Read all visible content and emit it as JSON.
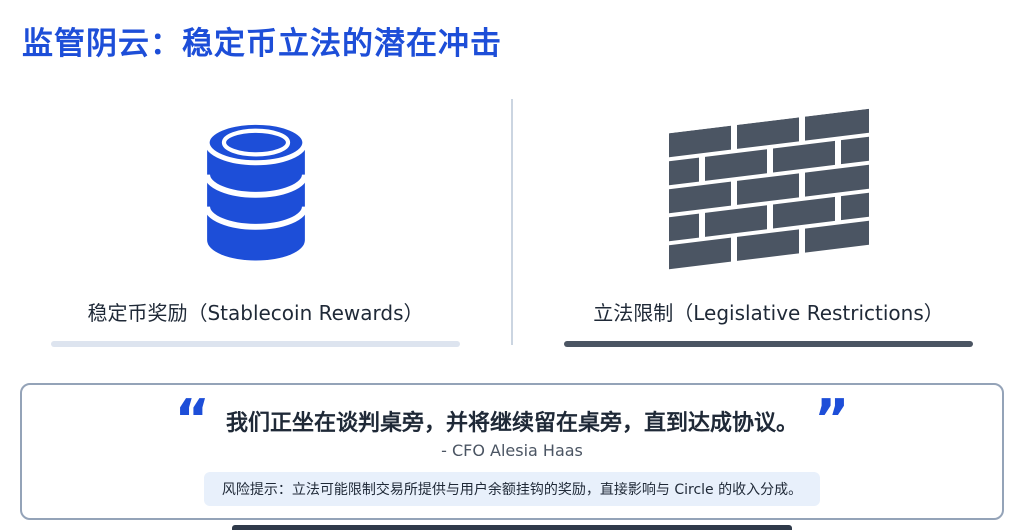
{
  "slide": {
    "title": "监管阴云：稳定币立法的潜在冲击"
  },
  "comparison": {
    "left": {
      "label": "稳定币奖励（Stablecoin Rewards）",
      "icon": "coin-stack-icon"
    },
    "right": {
      "label": "立法限制（Legislative Restrictions）",
      "icon": "brick-wall-icon"
    }
  },
  "quote": {
    "open_mark": "“",
    "close_mark": "”",
    "text": "我们正坐在谈判桌旁，并将继续留在桌旁，直到达成协议。",
    "attribution": "- CFO Alesia Haas",
    "risk_note": "风险提示：立法可能限制交易所提供与用户余额挂钩的奖励，直接影响与 Circle 的收入分成。"
  },
  "colors": {
    "accent_blue": "#1d4ed8",
    "brick_gray": "#4b5563",
    "left_underline": "#dde4ef",
    "right_underline": "#4b5563"
  }
}
